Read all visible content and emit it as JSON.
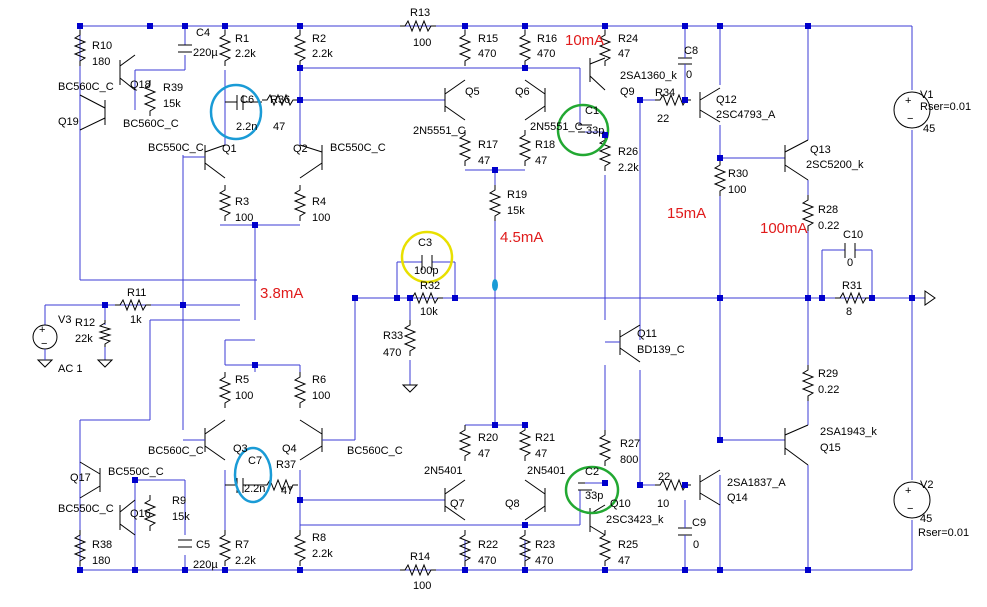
{
  "colors": {
    "wire": "#3b3bd6",
    "component": "#000000",
    "junction": "#0000cc",
    "annotation": "#e01b1b",
    "circle_blue": "#1a9bd6",
    "circle_green": "#22a832",
    "circle_yellow": "#e8e000"
  },
  "labels": {
    "R10": "R10",
    "R10v": "180",
    "Q18": "Q18",
    "R39": "R39",
    "R39v": "15k",
    "BC560C_Q18": "BC560C_C",
    "BC560C_Q19": "BC560C_C",
    "Q19": "Q19",
    "C4": "C4",
    "C4v": "220µ",
    "R1": "R1",
    "R1v": "2.2k",
    "R2": "R2",
    "R2v": "2.2k",
    "R13": "R13",
    "R13v": "100",
    "R15": "R15",
    "R15v": "470",
    "R16": "R16",
    "R16v": "470",
    "R24": "R24",
    "R24v": "47",
    "C8": "C8",
    "C8v": "0",
    "Q9t": "2SA1360_k",
    "Q9": "Q9",
    "R34": "R34",
    "R34v": "22",
    "Q12": "Q12",
    "Q12t": "2SC4793_A",
    "V1": "V1",
    "V1r": "Rser=0.01",
    "V1v": "45",
    "C6": "C6",
    "C6v": "2.2n",
    "R36": "R36",
    "R36v": "47",
    "Q5": "Q5",
    "Q6": "Q6",
    "N5551a": "2N5551_C",
    "N5551b": "2N5551_C",
    "C1": "C1",
    "C1v": "33p",
    "BC550C_Q1": "BC550C_C",
    "Q1": "Q1",
    "Q2": "Q2",
    "BC550C_Q2": "BC550C_C",
    "R17": "R17",
    "R17v": "47",
    "R18": "R18",
    "R18v": "47",
    "R26": "R26",
    "R26v": "2.2k",
    "Q13": "Q13",
    "Q13t": "2SC5200_k",
    "R30": "R30",
    "R30v": "100",
    "R3": "R3",
    "R3v": "100",
    "R4": "R4",
    "R4v": "100",
    "R19": "R19",
    "R19v": "15k",
    "R28": "R28",
    "R28v": "0.22",
    "C3": "C3",
    "C3v": "100p",
    "C10": "C10",
    "C10v": "0",
    "R32": "R32",
    "R32v": "10k",
    "R31": "R31",
    "R31v": "8",
    "R11": "R11",
    "R11v": "1k",
    "V3": "V3",
    "R12": "R12",
    "R12v": "22k",
    "AC": "AC 1",
    "R33": "R33",
    "R33v": "470",
    "Q11": "Q11",
    "Q11t": "BD139_C",
    "R5": "R5",
    "R5v": "100",
    "R6": "R6",
    "R6v": "100",
    "R29": "R29",
    "R29v": "0.22",
    "R20": "R20",
    "R20v": "47",
    "R21": "R21",
    "R21v": "47",
    "BC560C_Q3": "BC560C_C",
    "Q3": "Q3",
    "Q4": "Q4",
    "BC560C_Q4": "BC560C_C",
    "N5401a": "2N5401",
    "N5401b": "2N5401",
    "R27": "R27",
    "R27v": "800",
    "Q15t": "2SA1943_k",
    "Q15": "Q15",
    "Q17": "Q17",
    "BC550C_Q17": "BC550C_C",
    "BC550C_Q16": "BC550C_C",
    "Q16": "Q16",
    "R9": "R9",
    "R9v": "15k",
    "C7": "C7",
    "C7v": "2.2n",
    "R37": "R37",
    "R37v": "47",
    "Q7": "Q7",
    "Q8": "Q8",
    "C2": "C2",
    "C2v": "33p",
    "R22a": "22",
    "R22b": "10",
    "Q14t": "2SA1837_A",
    "Q14": "Q14",
    "Q10": "Q10",
    "Q10t": "2SC3423_k",
    "V2": "V2",
    "V2v": "45",
    "V2r": "Rser=0.01",
    "C9": "C9",
    "C9v": "0",
    "R38": "R38",
    "R38v": "180",
    "C5": "C5",
    "C5v": "220µ",
    "R7": "R7",
    "R7v": "2.2k",
    "R8": "R8",
    "R8v": "2.2k",
    "R22": "R22",
    "R22v": "470",
    "R23": "R23",
    "R23v": "470",
    "R25": "R25",
    "R25v": "47",
    "R14": "R14",
    "R14v": "100"
  },
  "annotations": {
    "a10": "10mA",
    "a45": "4.5mA",
    "a15": "15mA",
    "a100": "100mA",
    "a38": "3.8mA"
  }
}
